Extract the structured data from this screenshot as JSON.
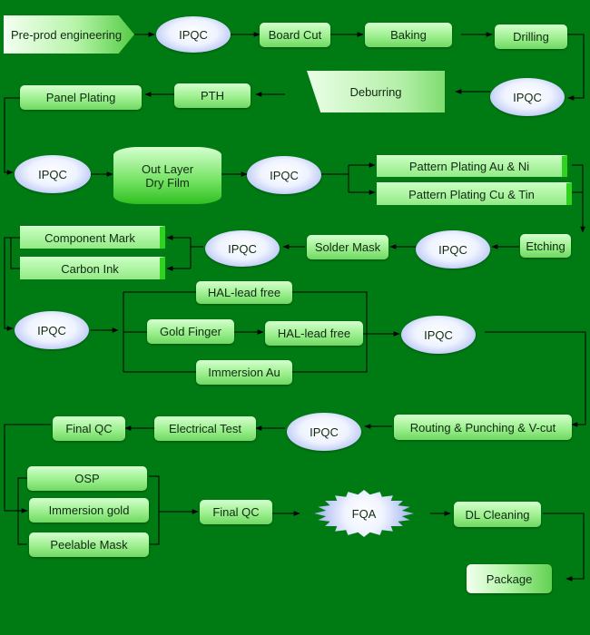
{
  "colors": {
    "background": "#007a12",
    "line": "#000000"
  },
  "nodes": {
    "preprod": "Pre-prod engineering",
    "ipqc_1": "IPQC",
    "board_cut": "Board Cut",
    "baking": "Baking",
    "drilling": "Drilling",
    "ipqc_2": "IPQC",
    "deburring": "Deburring",
    "pth": "PTH",
    "panel_plating": "Panel Plating",
    "ipqc_3": "IPQC",
    "out_layer_dry_film": "Out Layer\nDry Film",
    "ipqc_4": "IPQC",
    "pattern_au_ni": "Pattern Plating Au & Ni",
    "pattern_cu_tin": "Pattern Plating Cu & Tin",
    "etching": "Etching",
    "ipqc_5": "IPQC",
    "solder_mask": "Solder Mask",
    "ipqc_6": "IPQC",
    "component_mark": "Component Mark",
    "carbon_ink": "Carbon Ink",
    "ipqc_7": "IPQC",
    "hal_lead_free_top": "HAL-lead free",
    "gold_finger": "Gold Finger",
    "hal_lead_free_mid": "HAL-lead free",
    "immersion_au": "Immersion Au",
    "ipqc_8": "IPQC",
    "routing": "Routing & Punching & V-cut",
    "ipqc_9": "IPQC",
    "electrical_test": "Electrical Test",
    "final_qc_1": "Final QC",
    "osp": "OSP",
    "immersion_gold": "Immersion gold",
    "peelable_mask": "Peelable Mask",
    "final_qc_2": "Final QC",
    "fqa": "FQA",
    "dl_cleaning": "DL Cleaning",
    "package": "Package"
  }
}
